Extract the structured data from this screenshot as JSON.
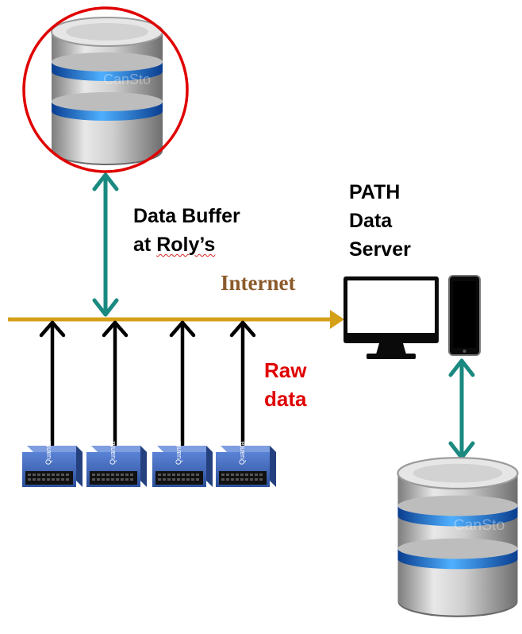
{
  "labels": {
    "buffer_line1": "Data Buffer",
    "buffer_line2_pre": "at ",
    "buffer_line2_name": "Roly’s",
    "server_line1": "PATH",
    "server_line2": "Data",
    "server_line3": "Server",
    "internet": "Internet",
    "raw_line1": "Raw",
    "raw_line2": "data"
  },
  "device_text": "Quanta",
  "colors": {
    "internet_line": "#d4a017",
    "internet_text": "#8b5a2b",
    "teal_arrow": "#1a8a80",
    "black_arrow": "#000000",
    "highlight_circle": "#e00000",
    "raw_text": "#e00000",
    "db_blue": "#1e6fe0",
    "device_blue": "#3a63b8"
  }
}
